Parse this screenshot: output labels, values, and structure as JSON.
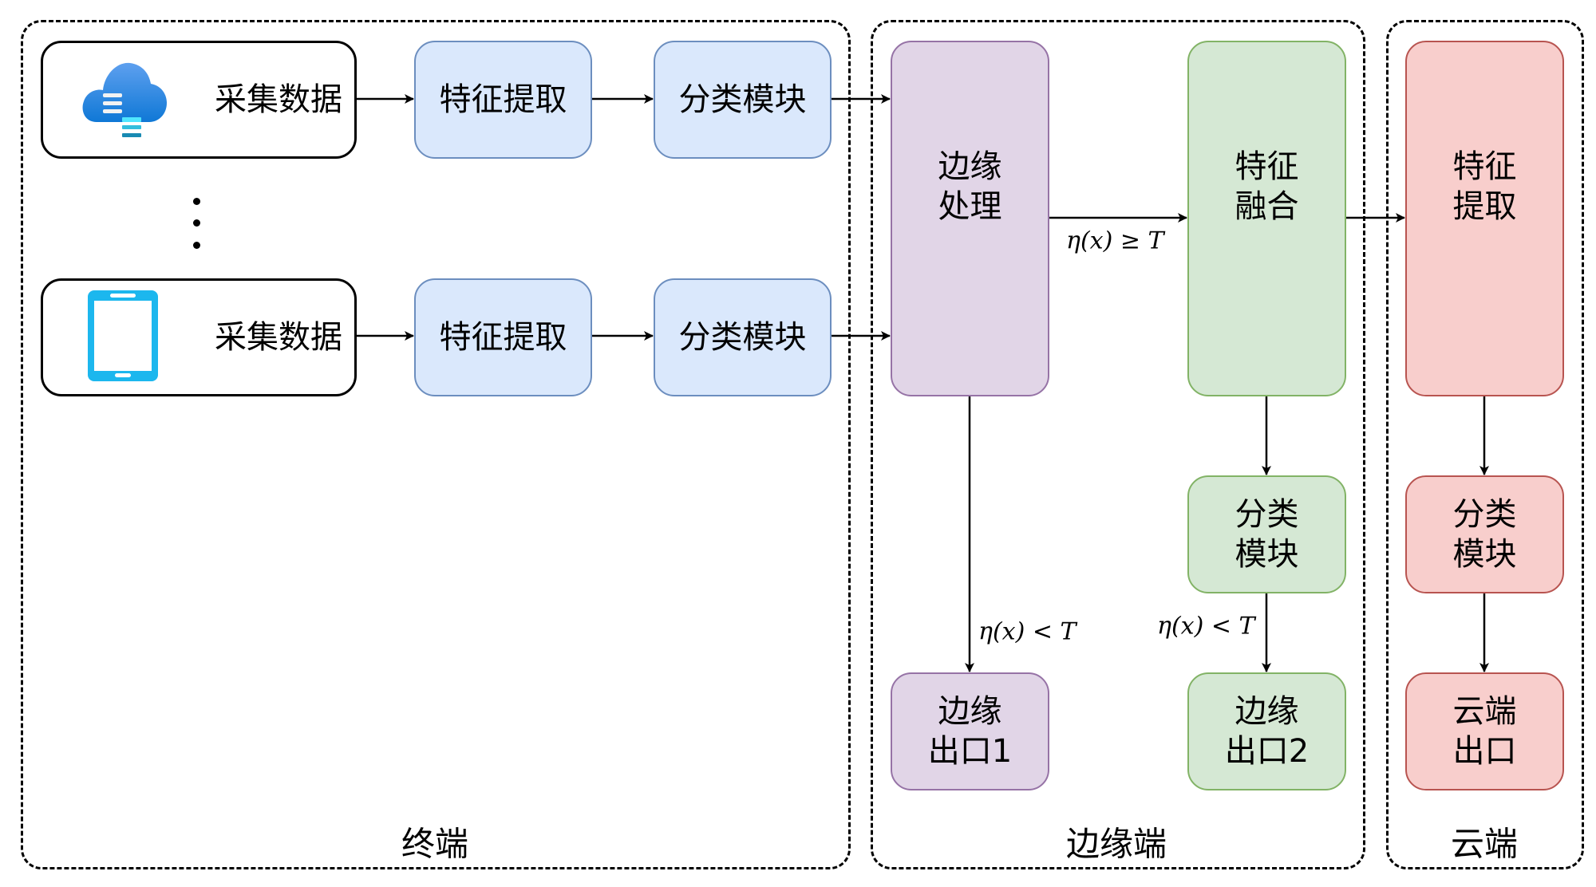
{
  "zones": {
    "terminal": "终端",
    "edge": "边缘端",
    "cloud": "云端"
  },
  "terminal": {
    "devices": [
      {
        "icon": "cloud-data-icon",
        "label": "采集数据"
      },
      {
        "icon": "tablet-icon",
        "label": "采集数据"
      }
    ],
    "feature_extract": "特征提取",
    "classifier": "分类模块",
    "ellipsis": "⋮"
  },
  "edge": {
    "edge_processing": "边缘\n处理",
    "feature_fusion": "特征\n融合",
    "classifier": "分类\n模块",
    "exit1": "边缘\n出口1",
    "exit2": "边缘\n出口2",
    "cond_forward": "η(x) ≥ T",
    "cond_exit1": "η(x) < T",
    "cond_exit2": "η(x) < T"
  },
  "cloud": {
    "feature_extract": "特征\n提取",
    "classifier": "分类\n模块",
    "exit": "云端\n出口"
  },
  "colors": {
    "terminal_module_fill": "#dae8fc",
    "terminal_module_border": "#6c8ebf",
    "edge_processing_fill": "#e1d5e7",
    "edge_processing_border": "#9673a6",
    "edge_fusion_fill": "#d5e8d4",
    "edge_fusion_border": "#82b366",
    "cloud_fill": "#f8cecc",
    "cloud_border": "#b85450"
  }
}
